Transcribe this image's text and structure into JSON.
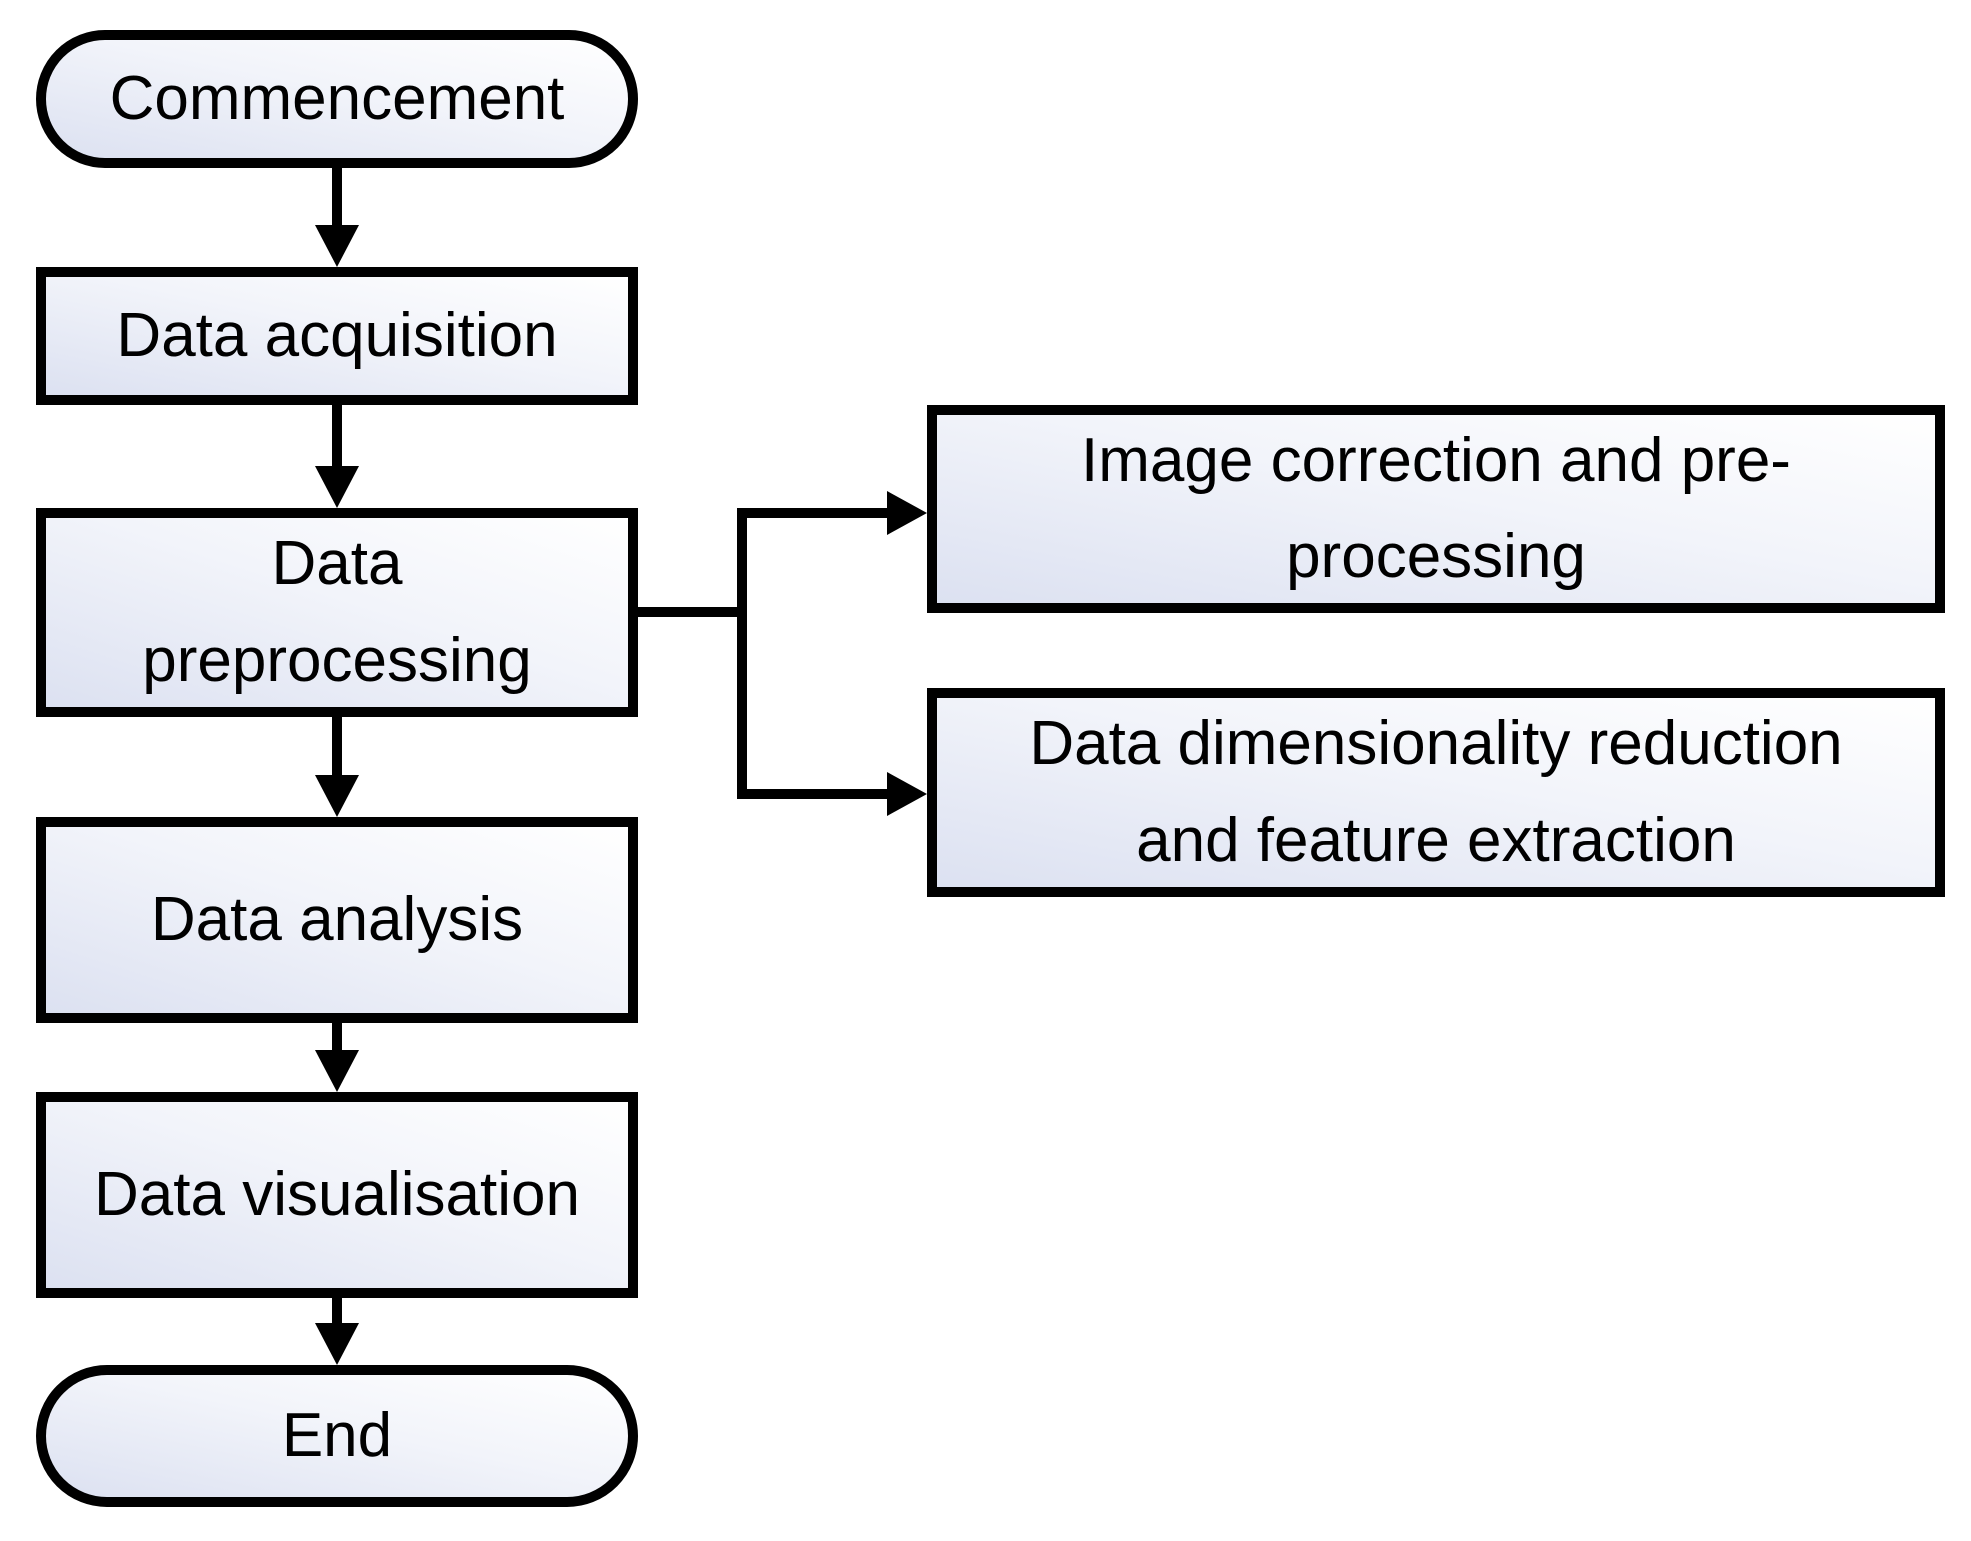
{
  "figure": {
    "type": "flowchart",
    "background_color": "#ffffff",
    "node_border_color": "#000000",
    "node_fill_gradient": [
      "#dce1f1",
      "#ffffff"
    ],
    "text_color": "#000000",
    "connector_color": "#000000"
  },
  "nodes": {
    "commencement": {
      "label": "Commencement",
      "shape": "terminator"
    },
    "acquisition": {
      "label": "Data acquisition",
      "shape": "process"
    },
    "preprocessing": {
      "label": "Data\npreprocessing",
      "shape": "process"
    },
    "analysis": {
      "label": "Data analysis",
      "shape": "process"
    },
    "visualisation": {
      "label": "Data visualisation",
      "shape": "process"
    },
    "end": {
      "label": "End",
      "shape": "terminator"
    },
    "image_correction": {
      "label": "Image correction and pre-\nprocessing",
      "shape": "process"
    },
    "dim_reduction": {
      "label": "Data dimensionality reduction\nand feature extraction",
      "shape": "process"
    }
  },
  "edges": [
    {
      "from": "commencement",
      "to": "acquisition"
    },
    {
      "from": "acquisition",
      "to": "preprocessing"
    },
    {
      "from": "preprocessing",
      "to": "analysis"
    },
    {
      "from": "analysis",
      "to": "visualisation"
    },
    {
      "from": "visualisation",
      "to": "end"
    },
    {
      "from": "preprocessing",
      "to": "image_correction"
    },
    {
      "from": "preprocessing",
      "to": "dim_reduction"
    }
  ]
}
